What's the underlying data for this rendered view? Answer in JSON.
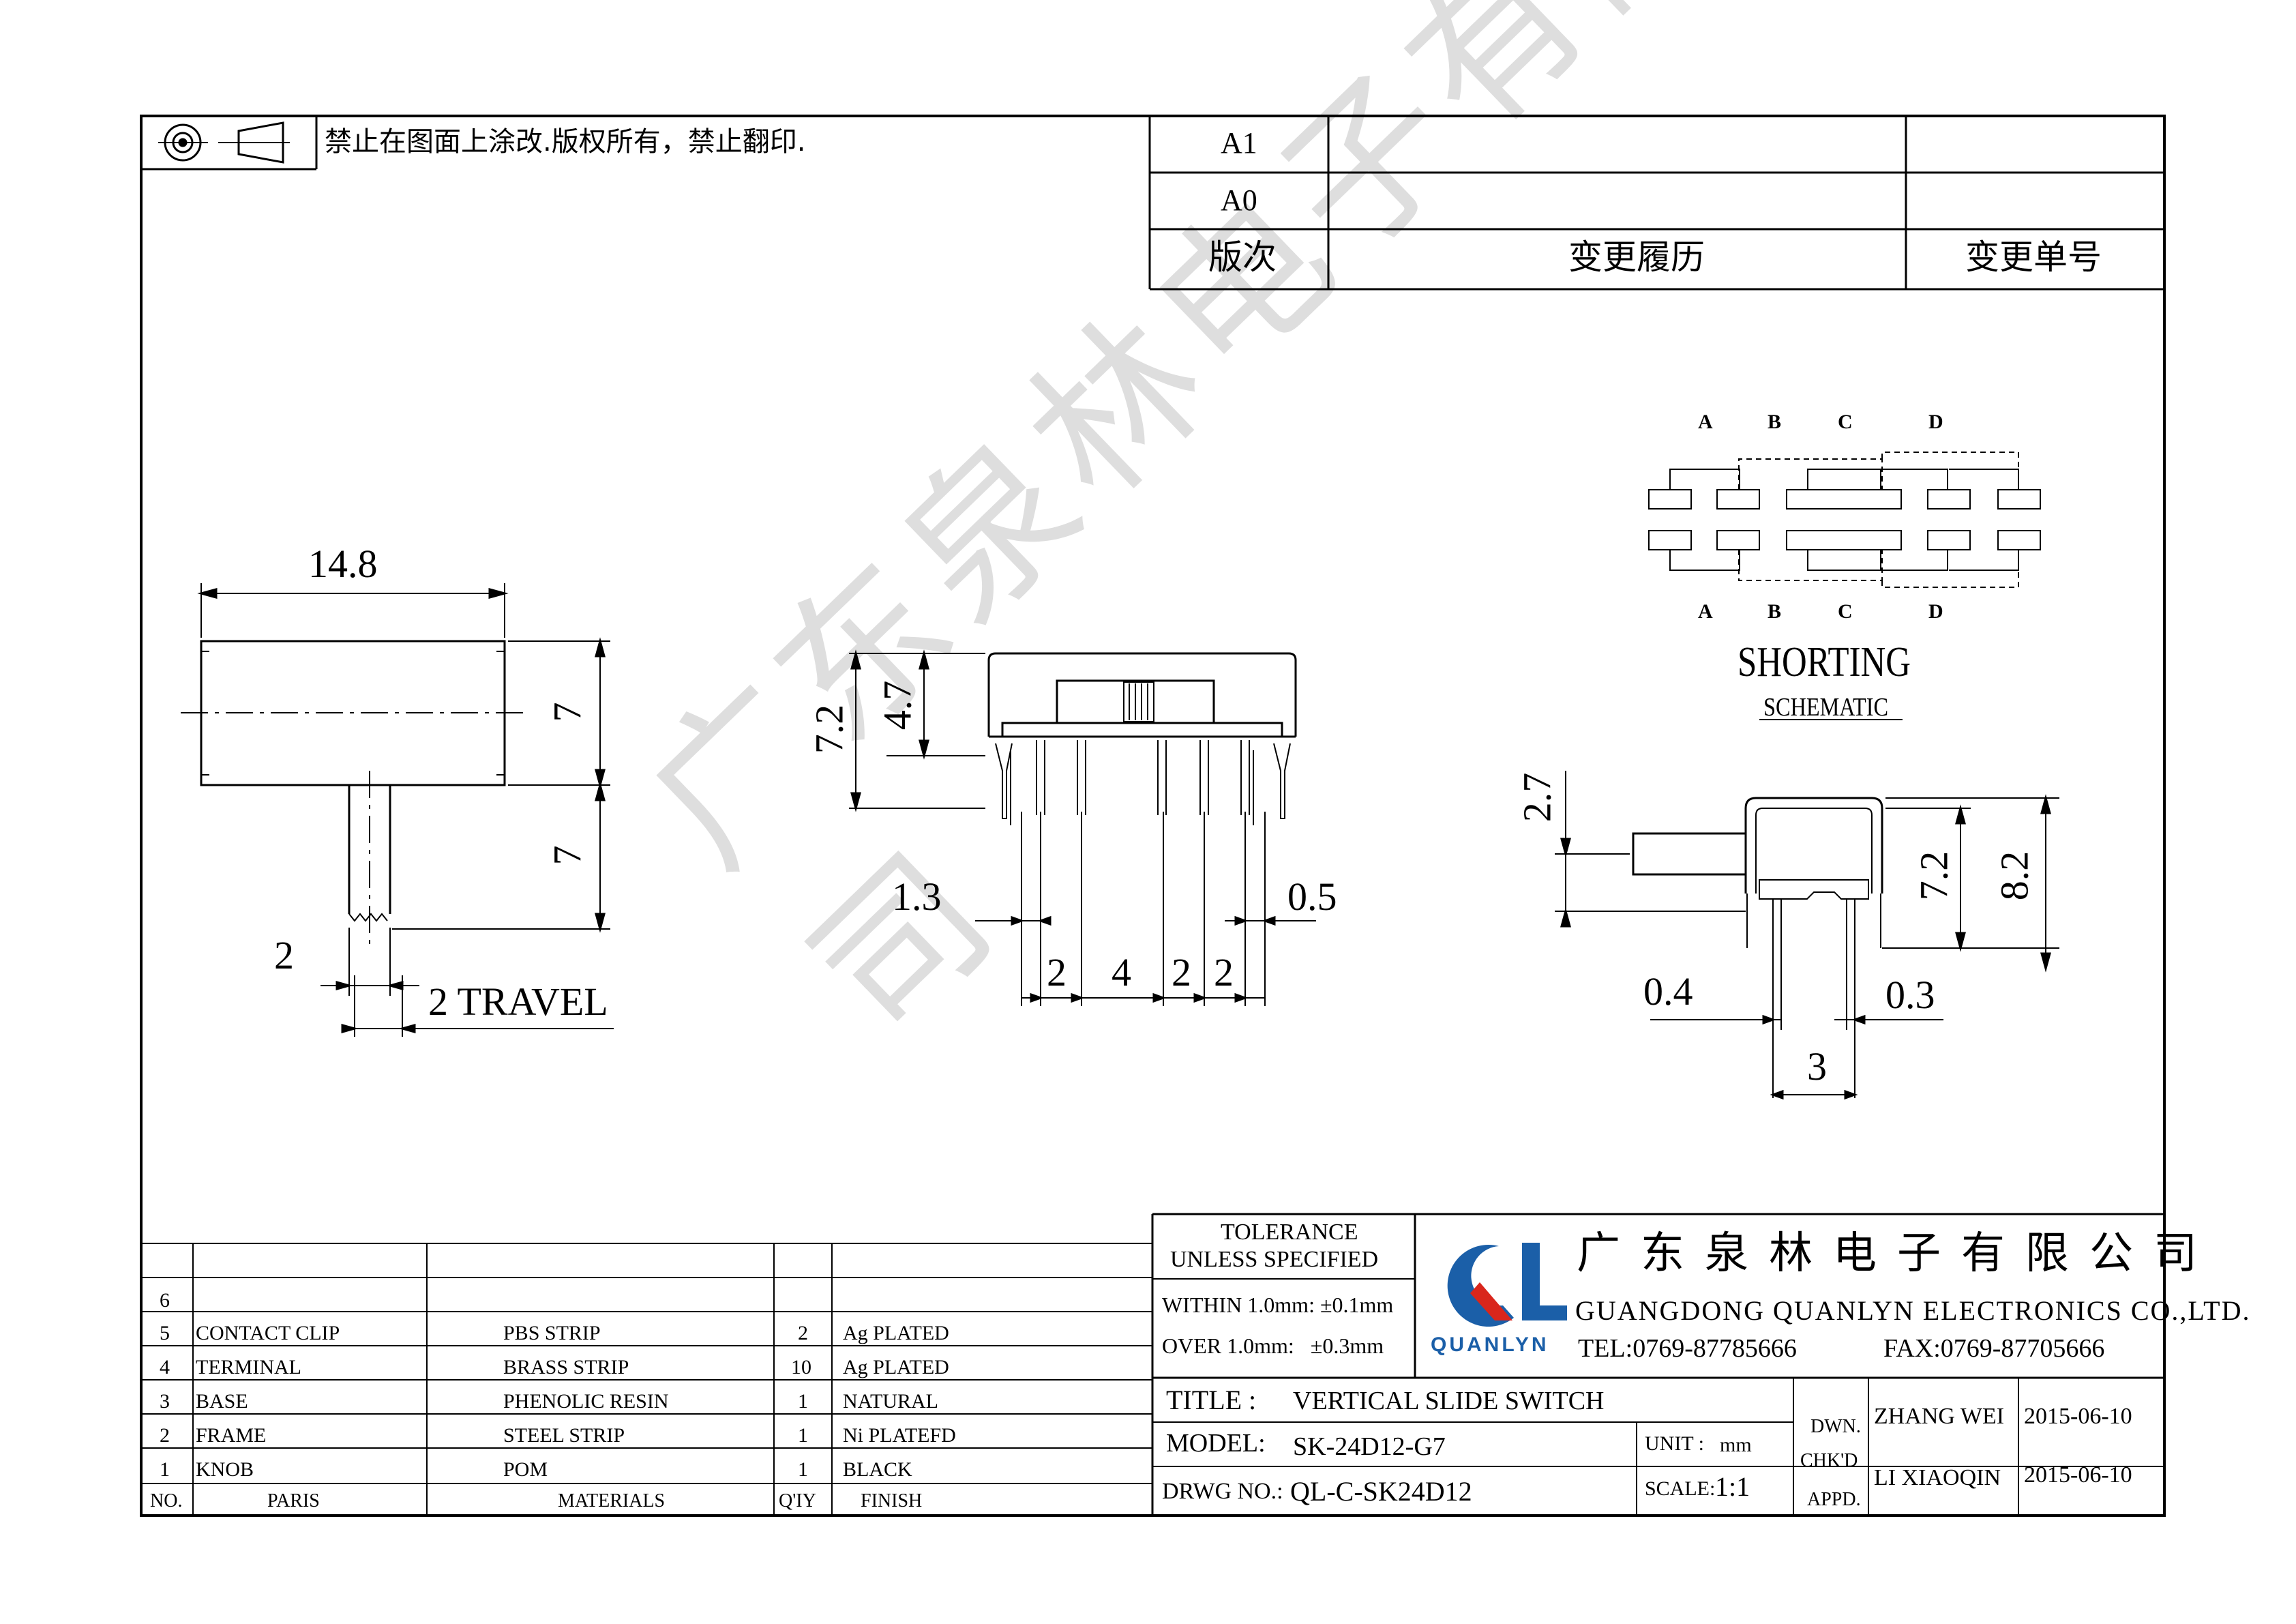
{
  "notice": "禁止在图面上涂改.版权所有，禁止翻印.",
  "revision_table": {
    "rows": [
      "A1",
      "A0"
    ],
    "header_version": "版次",
    "header_history": "变更履历",
    "header_number": "变更单号"
  },
  "watermark": "广东泉林电子有限公司",
  "top_view": {
    "width": "14.8",
    "height_body": "7",
    "height_knob": "7",
    "knob_width": "2",
    "travel": "2 TRAVEL"
  },
  "front_view": {
    "total_height": "7.2",
    "body_height": "4.7",
    "pin_offset": "1.3",
    "pin_width": "0.5",
    "pitches": [
      "2",
      "4",
      "2",
      "2"
    ]
  },
  "schematic": {
    "terminals": [
      "A",
      "B",
      "C",
      "D"
    ],
    "title": "SHORTING",
    "subtitle": "SCHEMATIC"
  },
  "side_view": {
    "knob_offset": "2.7",
    "height_inner": "7.2",
    "height_total": "8.2",
    "pin_left": "0.4",
    "pin_right": "0.3",
    "pin_pitch": "3"
  },
  "parts_list": {
    "headers": {
      "no": "NO.",
      "parts": "PARIS",
      "materials": "MATERIALS",
      "qty": "Q'IY",
      "finish": "FINISH"
    },
    "rows": [
      {
        "no": "6",
        "part": "",
        "material": "",
        "qty": "",
        "finish": ""
      },
      {
        "no": "5",
        "part": "CONTACT CLIP",
        "material": "PBS STRIP",
        "qty": "2",
        "finish": "Ag PLATED"
      },
      {
        "no": "4",
        "part": "TERMINAL",
        "material": "BRASS STRIP",
        "qty": "10",
        "finish": "Ag PLATED"
      },
      {
        "no": "3",
        "part": "BASE",
        "material": "PHENOLIC RESIN",
        "qty": "1",
        "finish": "NATURAL"
      },
      {
        "no": "2",
        "part": "FRAME",
        "material": "STEEL STRIP",
        "qty": "1",
        "finish": "Ni PLATEFD"
      },
      {
        "no": "1",
        "part": "KNOB",
        "material": "POM",
        "qty": "1",
        "finish": "BLACK"
      }
    ]
  },
  "title_block": {
    "tolerance_title_1": "TOLERANCE",
    "tolerance_title_2": "UNLESS SPECIFIED",
    "tolerance_within": "WITHIN 1.0mm: ±0.1mm",
    "tolerance_over": "OVER 1.0mm:   ±0.3mm",
    "logo_text": "QUANLYN",
    "company_cn": "广东泉林电子有限公司",
    "company_en": "GUANGDONG QUANLYN ELECTRONICS CO.,LTD.",
    "tel": "TEL:0769-87785666",
    "fax": "FAX:0769-87705666",
    "title_label": "TITLE :",
    "title_value": "VERTICAL SLIDE SWITCH",
    "model_label": "MODEL:",
    "model_value": "SK-24D12-G7",
    "drwg_label": "DRWG NO.:",
    "drwg_value": "QL-C-SK24D12",
    "unit_label": "UNIT :",
    "unit_value": "mm",
    "scale_label": "SCALE:",
    "scale_value": "1:1",
    "dwn_label": "DWN.",
    "chkd_label": "CHK'D",
    "appd_label": "APPD.",
    "drawn_by": "ZHANG WEI",
    "drawn_date": "2015-06-10",
    "checked_by": "LI XIAOQIN",
    "checked_date": "2015-06-10",
    "brand_blue": "#1b5fa8",
    "brand_red": "#d9261c"
  }
}
